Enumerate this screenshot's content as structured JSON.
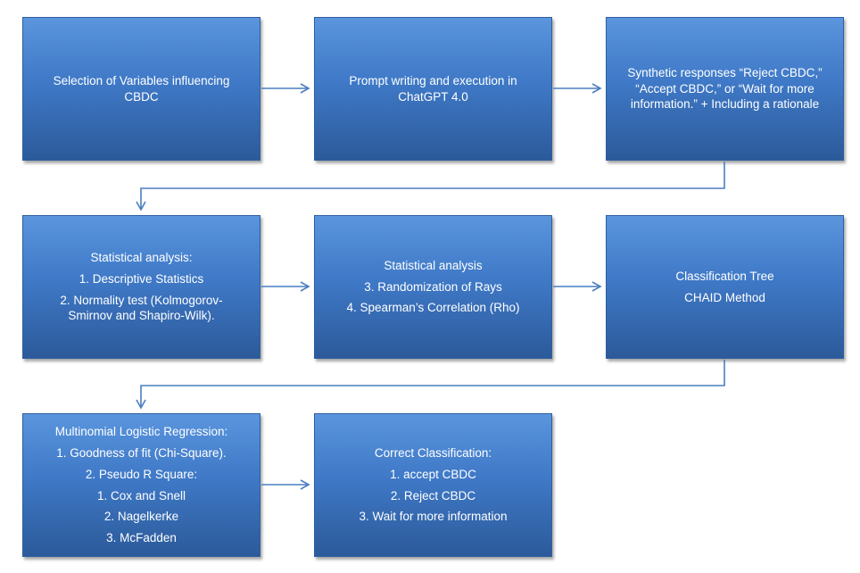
{
  "boxes": {
    "selection": {
      "lines": [
        "Selection of Variables influencing",
        "CBDC"
      ]
    },
    "prompt": {
      "lines": [
        "Prompt writing and execution in",
        "ChatGPT 4.0"
      ]
    },
    "synthetic": {
      "lines": [
        "Synthetic responses “Reject CBDC,”",
        "“Accept CBDC,” or “Wait for more",
        "information.” + Including a rationale"
      ]
    },
    "stat1": {
      "lines": [
        "Statistical analysis:",
        "1. Descriptive Statistics",
        "2. Normality test (Kolmogorov-",
        "Smirnov and Shapiro-Wilk)."
      ]
    },
    "stat2": {
      "lines": [
        "Statistical analysis",
        "3. Randomization of Rays",
        "4. Spearman’s Correlation (Rho)"
      ]
    },
    "tree": {
      "lines": [
        "Classification Tree",
        "CHAID Method"
      ]
    },
    "regression": {
      "lines": [
        "Multinomial Logistic Regression:",
        "1. Goodness of fit (Chi-Square).",
        "2. Pseudo R Square:",
        "1. Cox and Snell",
        "2. Nagelkerke",
        "3. McFadden"
      ]
    },
    "correct": {
      "lines": [
        "Correct Classification:",
        "1. accept CBDC",
        "2. Reject CBDC",
        "3. Wait for more information"
      ]
    }
  },
  "colors": {
    "box_top": "#5a95dd",
    "box_bottom": "#2c5a9a",
    "connector": "#4a7fc1",
    "text": "#ffffff"
  }
}
